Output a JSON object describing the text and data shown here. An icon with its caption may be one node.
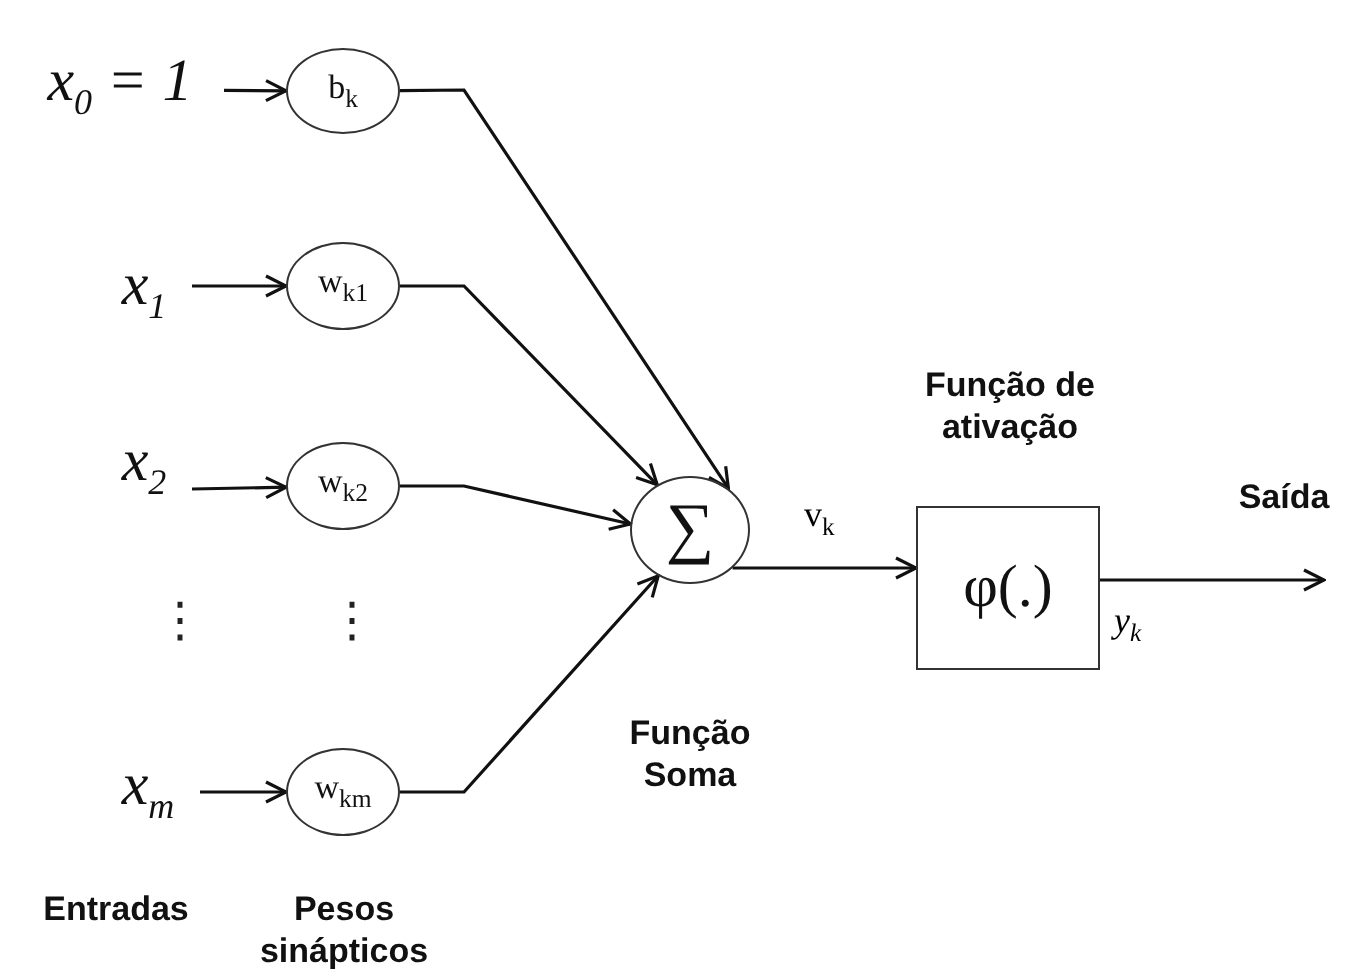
{
  "diagram": {
    "nodes": [
      {
        "text": [
          "x$_{0}$ = 1"
        ]
      },
      {
        "text": [
          "b$_{k}$"
        ]
      },
      {
        "text": [
          "x$_{1}$"
        ]
      },
      {
        "text": [
          "w$_{k1}$"
        ]
      },
      {
        "text": [
          "x$_{2}$"
        ]
      },
      {
        "text": [
          "w$_{k2}$"
        ]
      },
      {
        "text": [
          "x$_{m}$"
        ]
      },
      {
        "text": [
          "w$_{km}$"
        ]
      },
      {
        "text": [
          "∑"
        ],
        "beside": [
          "Função Soma"
        ]
      },
      {
        "text": [
          "φ(.)"
        ],
        "beside": [
          "Função de ativação"
        ]
      }
    ],
    "edges": [
      {
        "from": 0,
        "to": 1,
        "arrow": "to"
      },
      {
        "from": 2,
        "to": 3,
        "arrow": "to"
      },
      {
        "from": 4,
        "to": 5,
        "arrow": "to"
      },
      {
        "from": 6,
        "to": 7,
        "arrow": "to"
      },
      {
        "from": 1,
        "to": 8,
        "arrow": "to"
      },
      {
        "from": 3,
        "to": 8,
        "arrow": "to"
      },
      {
        "from": 5,
        "to": 8,
        "arrow": "to"
      },
      {
        "from": 7,
        "to": 8,
        "arrow": "to"
      },
      {
        "from": 8,
        "to": 9,
        "arrow": "to",
        "label": "v$_{k}$"
      },
      {
        "from": 9,
        "to": null,
        "arrow": "to",
        "label": "y$_{k}$"
      }
    ],
    "labels": [
      "⋮",
      "⋮",
      "Entradas",
      "Pesos sinápticos",
      "Saída"
    ]
  }
}
